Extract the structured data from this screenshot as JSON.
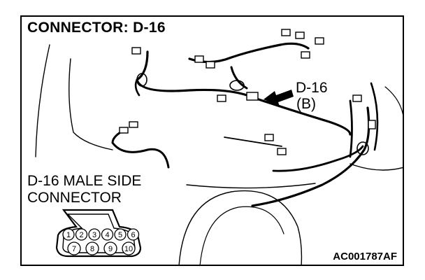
{
  "diagram": {
    "title": "CONNECTOR: D-16",
    "callout": {
      "line1": "D-16",
      "line2": "(B)"
    },
    "side_label": {
      "line1": "D-16 MALE SIDE",
      "line2": "CONNECTOR"
    },
    "pins_top": [
      "1",
      "2",
      "3",
      "4",
      "5",
      "6"
    ],
    "pins_bottom": [
      "7",
      "8",
      "9",
      "10"
    ],
    "figure_code": "AC001787AF"
  }
}
